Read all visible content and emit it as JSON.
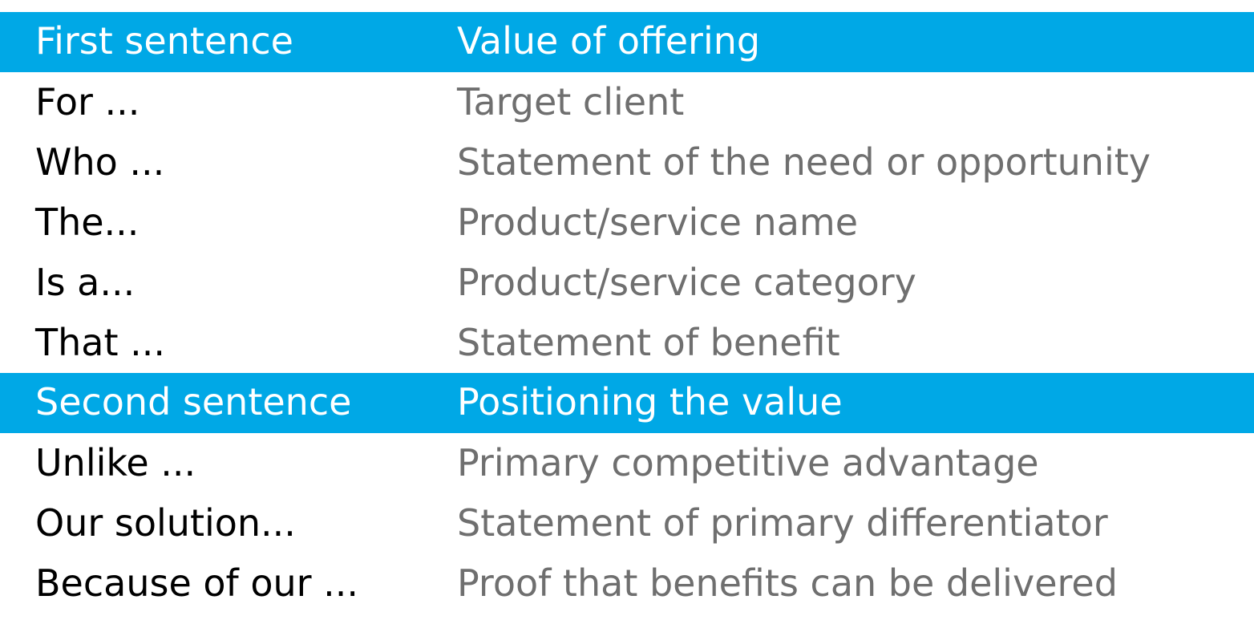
{
  "sections": [
    {
      "header": {
        "left": "First sentence",
        "right": "Value of offering"
      },
      "rows": [
        {
          "left": "For ...",
          "right": "Target client"
        },
        {
          "left": "Who ...",
          "right": "Statement of the need or opportunity"
        },
        {
          "left": "The...",
          "right": "Product/service name"
        },
        {
          "left": "Is a...",
          "right": "Product/service category"
        },
        {
          "left": "That ...",
          "right": "Statement of benefit"
        }
      ]
    },
    {
      "header": {
        "left": "Second sentence",
        "right": "Positioning the value"
      },
      "rows": [
        {
          "left": "Unlike ...",
          "right": "Primary competitive advantage"
        },
        {
          "left": "Our solution...",
          "right": "Statement of primary differentiator"
        },
        {
          "left": "Because of our ...",
          "right": "Proof that benefits can be delivered"
        }
      ]
    }
  ],
  "colors": {
    "header_background": "#00a8e6",
    "header_text": "#ffffff",
    "left_text": "#000000",
    "right_text": "#6f6f6f"
  }
}
